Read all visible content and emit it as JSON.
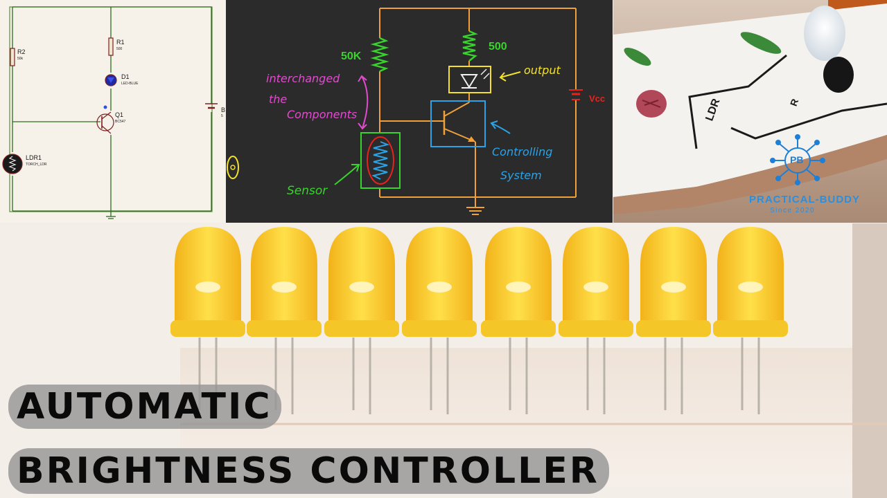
{
  "schematic": {
    "r2": {
      "ref": "R2",
      "value": "50k"
    },
    "r1": {
      "ref": "R1",
      "value": "500"
    },
    "d1": {
      "ref": "D1",
      "value": "LED-BLUE"
    },
    "q1": {
      "ref": "Q1",
      "value": "BC547"
    },
    "ldr1": {
      "ref": "LDR1",
      "value": "TORCH_LDR"
    },
    "battery": {
      "ref": "B",
      "value": "5"
    }
  },
  "sketch": {
    "label_50k": "50K",
    "label_500": "500",
    "label_output": "output",
    "label_vcc": "Vcc",
    "note_interchanged": [
      "interchanged",
      "the",
      "Components"
    ],
    "label_sensor": "Sensor",
    "label_controlling": [
      "Controlling",
      "System"
    ]
  },
  "photo": {
    "board_text_ldr": "LDR",
    "board_text_r": "R",
    "logo_initials": "PB",
    "brand_name": "PRACTICAL-BUDDY",
    "brand_tagline": "Since 2020"
  },
  "title": {
    "line1": "AUTOMATIC",
    "line2": "BRIGHTNESS CONTROLLER"
  },
  "colors": {
    "sketch_wire": "#f0a13a",
    "resistor_green": "#39d32e",
    "controlling_blue": "#2aa3e8",
    "note_pink": "#e24bd0",
    "vcc_red": "#e8231c",
    "led_yellow": "#f7c41f"
  }
}
